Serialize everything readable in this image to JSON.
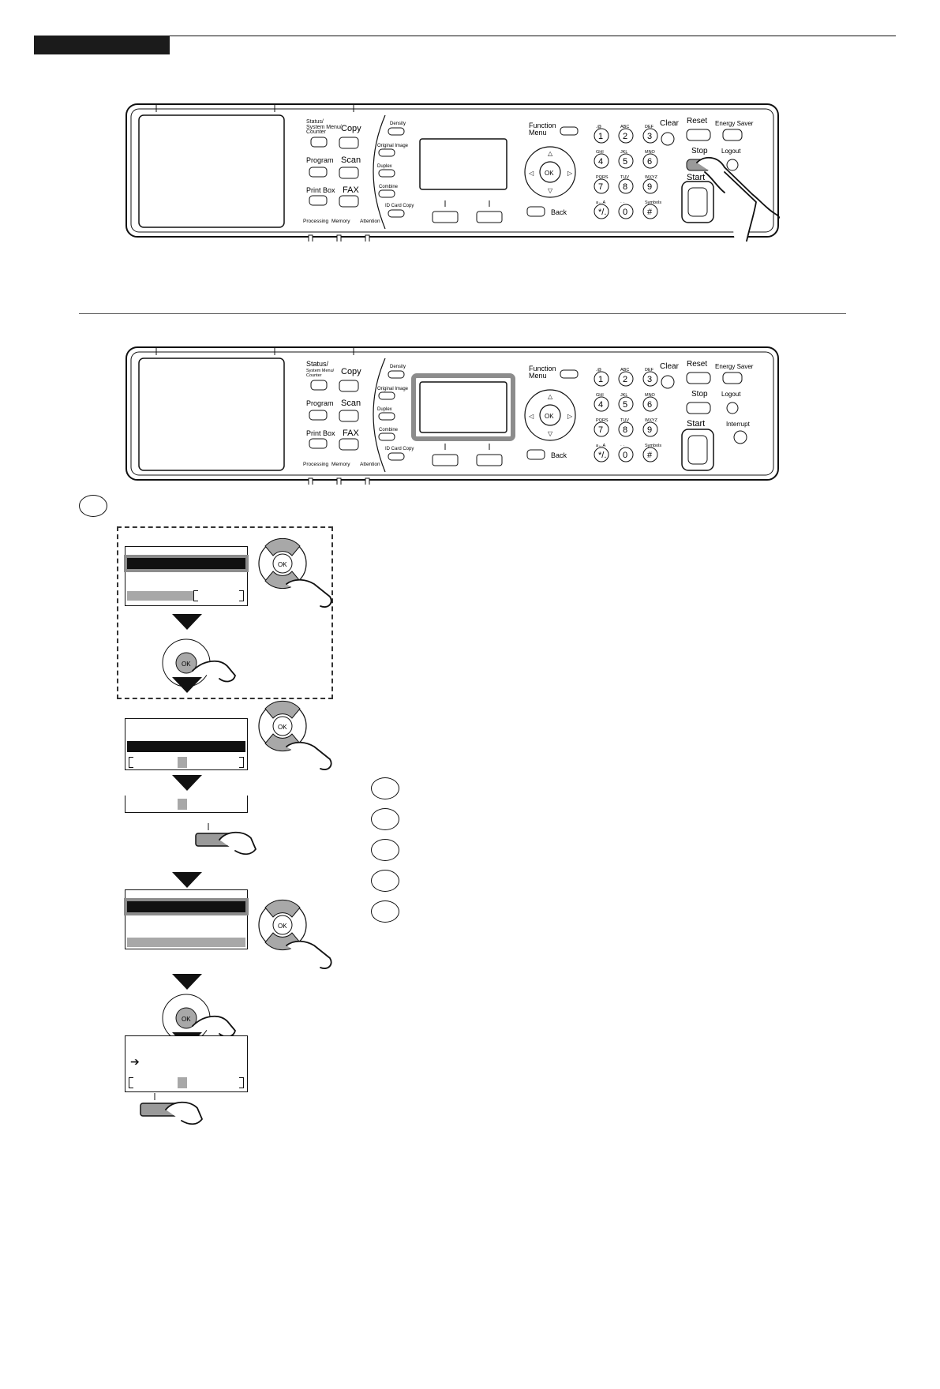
{
  "panel": {
    "status_label": "Status/",
    "status_sub": "System Menu/",
    "status_sub2": "Counter",
    "copy": "Copy",
    "program": "Program",
    "scan": "Scan",
    "print_box": "Print Box",
    "fax": "FAX",
    "processing": "Processing",
    "memory": "Memory",
    "attention": "Attention",
    "density": "Density",
    "original_image": "Original Image",
    "duplex": "Duplex",
    "combine": "Combine",
    "id_card_copy": "ID Card Copy",
    "function_menu_1": "Function",
    "function_menu_2": "Menu",
    "back": "Back",
    "clear": "Clear",
    "reset": "Reset",
    "energy_saver": "Energy Saver",
    "stop": "Stop",
    "logout": "Logout",
    "start": "Start",
    "interrupt": "Interrupt",
    "ok": "OK",
    "keys": [
      {
        "sub": ".@",
        "num": "1"
      },
      {
        "sub": "ABC",
        "num": "2"
      },
      {
        "sub": "DEF",
        "num": "3"
      },
      {
        "sub": "GHI",
        "num": "4"
      },
      {
        "sub": "JKL",
        "num": "5"
      },
      {
        "sub": "MNO",
        "num": "6"
      },
      {
        "sub": "PQRS",
        "num": "7"
      },
      {
        "sub": "TUV",
        "num": "8"
      },
      {
        "sub": "WXYZ",
        "num": "9"
      },
      {
        "sub": "a↔A",
        "num": "*/."
      },
      {
        "sub": "· ·",
        "num": "0"
      },
      {
        "sub": "Symbols",
        "num": "#"
      }
    ]
  },
  "icons": {
    "hand": "hand-pointer-icon",
    "arrow": "arrow-right-icon",
    "down": "down-triangle-icon"
  }
}
